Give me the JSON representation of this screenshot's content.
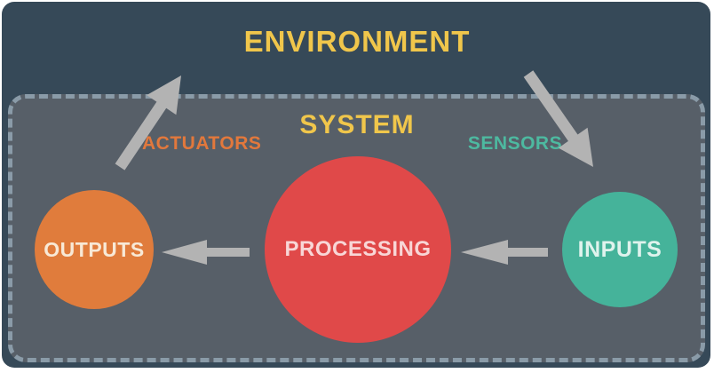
{
  "diagram": {
    "environment_label": "ENVIRONMENT",
    "system_label": "SYSTEM",
    "actuators_label": "ACTUATORS",
    "sensors_label": "SENSORS",
    "nodes": {
      "outputs": {
        "label": "OUTPUTS",
        "fill": "#e07c3c",
        "text_color": "#f8e9d6"
      },
      "processing": {
        "label": "PROCESSING",
        "fill": "#e04949",
        "text_color": "#f8d6d6"
      },
      "inputs": {
        "label": "INPUTS",
        "fill": "#45b39a",
        "text_color": "#dff3ed"
      }
    },
    "edges": [
      {
        "from": "ENVIRONMENT",
        "to": "INPUTS",
        "via": "SENSORS"
      },
      {
        "from": "INPUTS",
        "to": "PROCESSING"
      },
      {
        "from": "PROCESSING",
        "to": "OUTPUTS"
      },
      {
        "from": "OUTPUTS",
        "to": "ENVIRONMENT",
        "via": "ACTUATORS"
      }
    ],
    "colors": {
      "background": "#ffffff",
      "environment_fill": "#364958",
      "system_fill": "#575f68",
      "system_border": "#8a9ba8",
      "title_yellow": "#f0c64b",
      "actuators_orange": "#e2783c",
      "sensors_teal": "#4db9a0",
      "arrow_gray": "#b3b3b3",
      "outputs_fill": "#e07c3c",
      "processing_fill": "#e04949",
      "inputs_fill": "#45b39a",
      "outputs_text": "#f8e9d6",
      "processing_text": "#f8d6d6",
      "inputs_text": "#dff3ed"
    }
  }
}
